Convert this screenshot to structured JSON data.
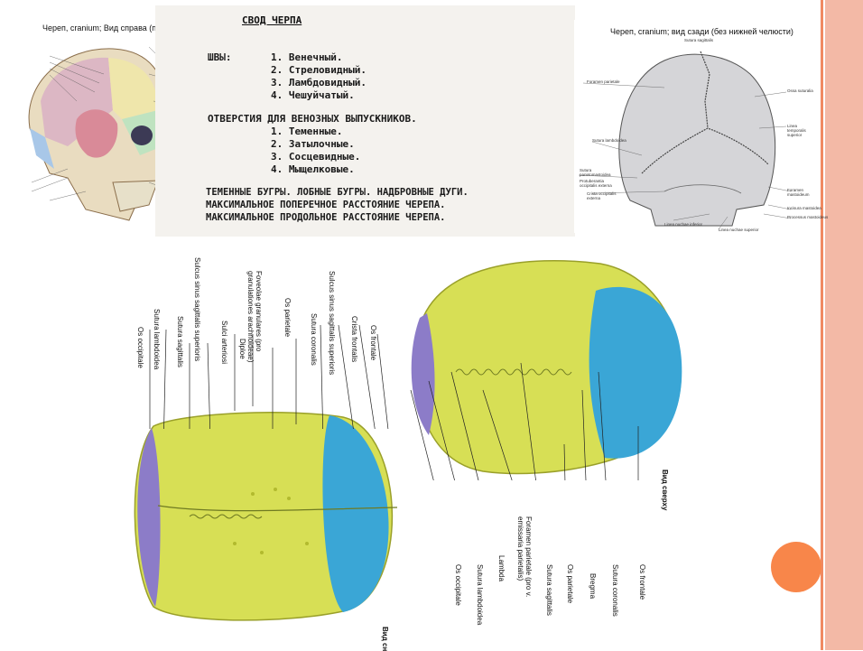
{
  "panel_left": {
    "caption": "Череп, cranium; Вид справа (полусхематично)"
  },
  "panel_right": {
    "caption": "Череп, cranium; вид сзади (без нижней челюсти)",
    "labels": [
      "Sutura sagittalis",
      "Foramen parietale",
      "Ossa suturalia",
      "Linea temporalis superior",
      "Sutura lambdoidea",
      "Sutura parietomastoidea",
      "Protuberantia occipitalis externa",
      "Foramen mastoideum",
      "Crista occipitalis externa",
      "Incisura mastoidea",
      "Processus mastoideus",
      "Linea nuchae inferior",
      "Linea nuchae superior"
    ]
  },
  "vault_text": {
    "title": "СВОД ЧЕРПА",
    "sutures_label": "ШВЫ:",
    "sutures": [
      "1. Венечный.",
      "2. Стреловидный.",
      "3. Ламбдовидный.",
      "4. Чешуйчатый."
    ],
    "openings_title": "ОТВЕРСТИЯ ДЛЯ ВЕНОЗНЫХ ВЫПУСКНИКОВ.",
    "openings": [
      "1. Теменные.",
      "2. Затылочные.",
      "3. Сосцевидные.",
      "4. Мыщелковые."
    ],
    "footer": [
      "ТЕМЕННЫЕ БУГРЫ. ЛОБНЫЕ БУГРЫ. НАДБРОВНЫЕ ДУГИ.",
      "МАКСИМАЛЬНОЕ ПОПЕРЕЧНОЕ РАССТОЯНИЕ ЧЕРЕПА.",
      "МАКСИМАЛЬНОЕ ПРОДОЛЬНОЕ РАССТОЯНИЕ ЧЕРЕПА."
    ]
  },
  "inner_vault": {
    "labels": [
      "Os occipitale",
      "Sutura lambdoidea",
      "Sutura sagittalis",
      "Sulcus sinus sagittalis superioris",
      "Sulci arteriosi",
      "Diploe",
      "Foveolae granulares (pro granulationes arachnoideae)",
      "Os parietale",
      "Sutura coronalis",
      "Sulcus sinus sagittalis superioris",
      "Crista frontalis",
      "Os frontale"
    ],
    "view": "Вид сн"
  },
  "top_view": {
    "labels": [
      "Os occipitale",
      "Sutura lambdoidea",
      "Lambda",
      "Foramen parietale (pro v. emissaria parietalis)",
      "Sutura sagittalis",
      "Os parietale",
      "Bregma",
      "Sutura coronalis",
      "Os frontale"
    ],
    "view": "Вид сверху"
  },
  "colors": {
    "accent": "#f08a62",
    "frame": "#f3b9a6",
    "circle": "#f8864a",
    "parietal": "#d7df55",
    "frontal": "#3aa6d6",
    "occipital": "#8c7cc8"
  }
}
